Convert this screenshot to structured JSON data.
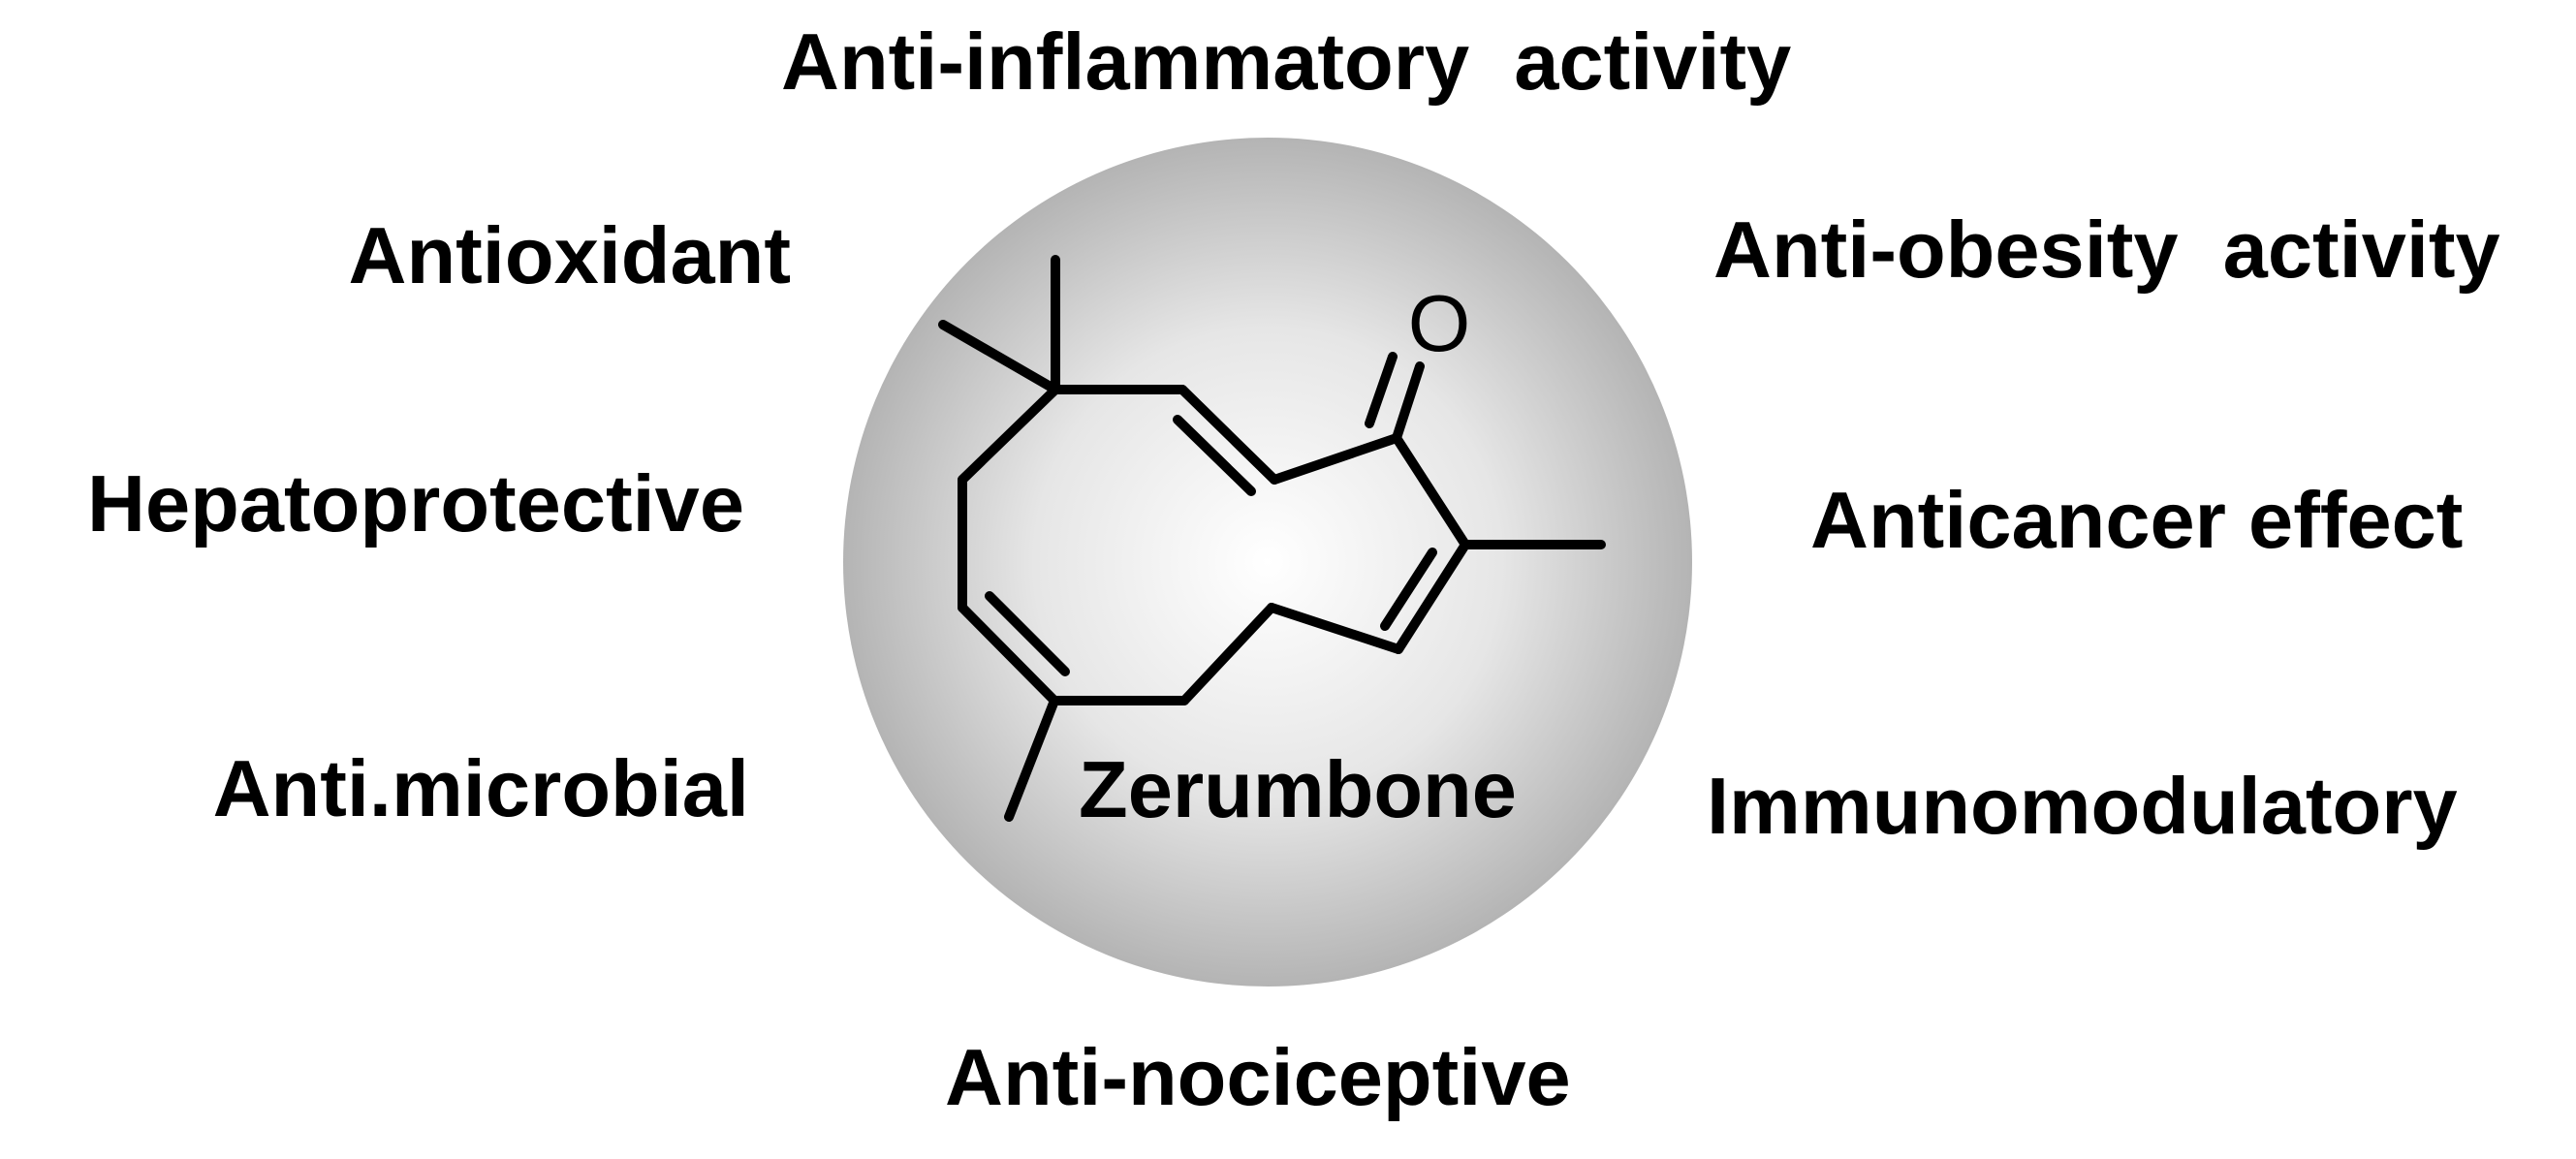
{
  "compound": {
    "name": "Zerumbone",
    "oxygen_symbol": "O"
  },
  "activities": {
    "top": "Anti-inflammatory  activity",
    "left_1": "Antioxidant",
    "left_2": "Hepatoprotective",
    "left_3": "Anti.microbial",
    "right_1": "Anti-obesity  activity",
    "right_2": "Anticancer effect",
    "right_3": "Immunomodulatory",
    "bottom": "Anti-nociceptive"
  },
  "colors": {
    "sphere_highlight": "#ffffff",
    "sphere_mid": "#e6e6e6",
    "sphere_edge": "#b4b4b4",
    "text": "#000000",
    "background": "#ffffff"
  }
}
